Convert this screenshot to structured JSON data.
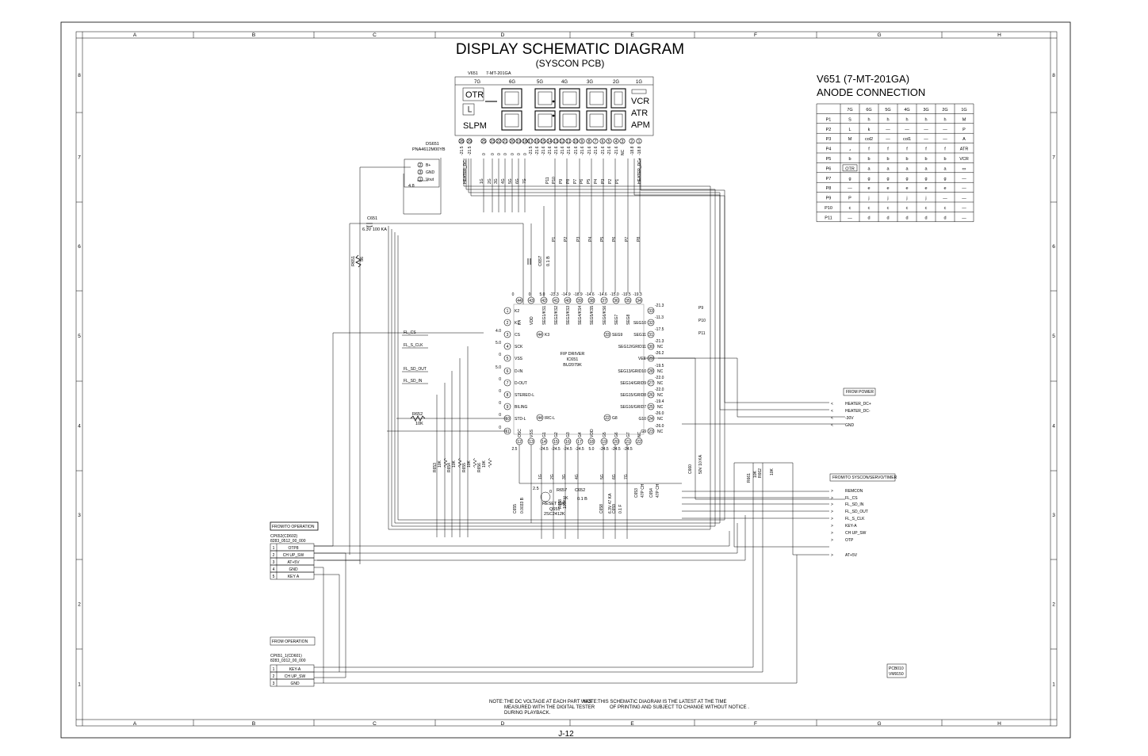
{
  "title": "DISPLAY SCHEMATIC DIAGRAM",
  "subtitle": "(SYSCON PCB)",
  "page_number": "J-12",
  "grid": {
    "columns": [
      "A",
      "B",
      "C",
      "D",
      "E",
      "F",
      "G",
      "H"
    ],
    "rows": [
      "8",
      "7",
      "6",
      "5",
      "4",
      "3",
      "2",
      "1"
    ]
  },
  "vfd": {
    "ref": "V651",
    "part": "7-MT-201GA",
    "grids": [
      "7G",
      "6G",
      "5G",
      "4G",
      "3G",
      "2G",
      "1G"
    ],
    "segments": [
      "OTR",
      "SLPM",
      "VCR",
      "ATR",
      "APM"
    ],
    "pin_numbers": [
      "28",
      "29",
      "25",
      "23",
      "22",
      "21",
      "20",
      "19",
      "18",
      "17",
      "16",
      "15",
      "14",
      "13",
      "12",
      "11",
      "10",
      "9",
      "8",
      "7",
      "6",
      "5",
      "4",
      "3",
      "2",
      "1"
    ],
    "pin_labels": [
      "HEATER_DC-",
      "1G",
      "2G",
      "3G",
      "4G",
      "5G",
      "6G",
      "7G",
      "P11",
      "P10",
      "P9",
      "P8",
      "P7",
      "P6",
      "P5",
      "P4",
      "P3",
      "P2",
      "P1",
      "HEATER_DC+"
    ],
    "pin_voltages": [
      "-21.5",
      "-21.5",
      "0",
      "0",
      "0",
      "0",
      "0",
      "0",
      "0",
      "-21.5",
      "-21.6",
      "-21.6",
      "-21.6",
      "-21.6",
      "-21.6",
      "-21.6",
      "-21.6",
      "-21.6",
      "-21.6",
      "-21.6",
      "-21.6",
      "-21.6",
      "-21.6",
      "NC",
      "-18.8",
      "-18.8"
    ]
  },
  "ds651": {
    "ref": "DS651",
    "part": "PNA4612M00YB",
    "pins": [
      "B+",
      "GND",
      "Vout"
    ],
    "pin_nums": [
      "2",
      "3",
      "1"
    ],
    "voltage": "4.8"
  },
  "c651": {
    "ref": "C651",
    "value": "6.3V 100 KA"
  },
  "r651": {
    "ref": "R651",
    "value": "56"
  },
  "c657": {
    "ref": "C657",
    "value": "0.1 B"
  },
  "ic": {
    "name": "FIP DRIVER",
    "ref": "IC651",
    "part": "BU2079K",
    "top_pins": [
      {
        "num": "44",
        "name": "K4",
        "v": "0"
      },
      {
        "num": "43",
        "name": "VDD",
        "v": "0"
      },
      {
        "num": "42",
        "name": "SEG1/KS1",
        "v": "5.0"
      },
      {
        "num": "41",
        "name": "SEG2/KS2",
        "v": "-23.3"
      },
      {
        "num": "40",
        "name": "SEG3/KS3",
        "v": "-14.9"
      },
      {
        "num": "39",
        "name": "SEG4/KS4",
        "v": "-18.9"
      },
      {
        "num": "38",
        "name": "SEG5/KS5",
        "v": "-14.6"
      },
      {
        "num": "37",
        "name": "SEG6/KS6",
        "v": "-14.6"
      },
      {
        "num": "36",
        "name": "SEG7",
        "v": "-15.0"
      },
      {
        "num": "35",
        "name": "SEG8",
        "v": "-19.5"
      },
      {
        "num": "34",
        "name": "",
        "v": "-19.3"
      }
    ],
    "left_pins": [
      {
        "num": "1",
        "name": "K2",
        "v": ""
      },
      {
        "num": "2",
        "name": "K1",
        "v": ""
      },
      {
        "num": "3",
        "name": "CS",
        "v": "4.0"
      },
      {
        "num": "4",
        "name": "SCK",
        "v": "5.0"
      },
      {
        "num": "5",
        "name": "VSS",
        "v": "0"
      },
      {
        "num": "6",
        "name": "D-IN",
        "v": "5.0"
      },
      {
        "num": "7",
        "name": "D-OUT",
        "v": "0"
      },
      {
        "num": "8",
        "name": "STEREO-L",
        "v": "0"
      },
      {
        "num": "9",
        "name": "BILING",
        "v": "0"
      },
      {
        "num": "10",
        "name": "STD-L",
        "v": "0"
      },
      {
        "num": "11",
        "name": "",
        "v": "0"
      }
    ],
    "right_pins": [
      {
        "num": "33",
        "name": "",
        "v": "-21.3"
      },
      {
        "num": "32",
        "name": "SEG10",
        "v": "-11.3"
      },
      {
        "num": "31",
        "name": "SEG11",
        "v": "-17.5"
      },
      {
        "num": "30",
        "name": "SEG12/GRID11",
        "v": "-21.3"
      },
      {
        "num": "29",
        "name": "VEE",
        "v": "-26.2"
      },
      {
        "num": "28",
        "name": "SEG13/GRID10",
        "v": "-19.5"
      },
      {
        "num": "27",
        "name": "SEG14/GRID9",
        "v": "-22.0"
      },
      {
        "num": "26",
        "name": "SEG15/GRID8",
        "v": "-22.0"
      },
      {
        "num": "25",
        "name": "SEG16/GRID7",
        "v": "-19.4"
      },
      {
        "num": "24",
        "name": "G10",
        "v": "-26.0"
      },
      {
        "num": "23",
        "name": "G9",
        "v": "-26.0"
      }
    ],
    "bottom_pins": [
      {
        "num": "12",
        "name": "OSC",
        "v": "2.5"
      },
      {
        "num": "13",
        "name": "VSS",
        "v": ""
      },
      {
        "num": "14",
        "name": "G1",
        "v": "-24.5"
      },
      {
        "num": "15",
        "name": "G2",
        "v": "-24.5"
      },
      {
        "num": "16",
        "name": "G3",
        "v": "-24.5"
      },
      {
        "num": "17",
        "name": "G4",
        "v": "-24.5"
      },
      {
        "num": "18",
        "name": "VDD",
        "v": "5.0"
      },
      {
        "num": "19",
        "name": "G5",
        "v": "-24.5"
      },
      {
        "num": "20",
        "name": "G6",
        "v": "-24.5"
      },
      {
        "num": "21",
        "name": "G7",
        "v": "-24.5"
      },
      {
        "num": "22",
        "name": "NC",
        "v": ""
      }
    ],
    "inner_labels": [
      "K3",
      "SEG9",
      "IRC-L",
      "G8"
    ],
    "inner_nums": [
      "44",
      "33",
      "44",
      "22"
    ],
    "nc": "NC"
  },
  "left_signals": [
    "FL_CS",
    "FL_S_CLK",
    "FL_SD_OUT",
    "FL_SD_IN"
  ],
  "r652": {
    "ref": "R652",
    "value": "10K"
  },
  "bottom_resistors": [
    "R653",
    "R654",
    "R655",
    "R656"
  ],
  "bottom_resistor_value": "10K",
  "grid_labels_bottom": [
    "1G",
    "2G",
    "3G",
    "4G",
    "5G",
    "6G",
    "7G"
  ],
  "seg_labels_top": [
    "P1",
    "P2",
    "P3",
    "P4",
    "P5",
    "P6",
    "P7",
    "P8"
  ],
  "seg_labels_right": [
    "P9",
    "P10",
    "P11"
  ],
  "reset": {
    "r": "R657",
    "r_value": "1K",
    "c": "C652",
    "c_value": "0.1 B",
    "q": "Q651",
    "q_part": "2SC2412K",
    "label": "RESET SW",
    "r2": "R658",
    "r2_value": "100K",
    "v1": "2.5",
    "v2": "0"
  },
  "c655": {
    "ref": "C655",
    "value": "0.0033 B"
  },
  "c658": {
    "ref": "C658",
    "value": "6.3V 47 KA"
  },
  "c659": {
    "ref": "C659",
    "value": "0.1 F"
  },
  "c653": {
    "ref": "C653",
    "value": "47P CH"
  },
  "c654": {
    "ref": "C654",
    "value": "47P CH"
  },
  "c660": {
    "ref": "C660",
    "value": "50V 10 KA"
  },
  "r661": {
    "refs": [
      "R661",
      "R662"
    ],
    "value": "10K"
  },
  "from_power": {
    "title": "FROM POWER",
    "signals": [
      "HEATER_DC+",
      "HEATER_DC-",
      "-30V",
      "GND"
    ]
  },
  "syscon": {
    "title": "FROM/TO SYSCON/SERVO/TIMER",
    "signals": [
      "REMCON",
      "FL_CS",
      "FL_SD_IN",
      "FL_SD_OUT",
      "FL_S_CLK",
      "KEY-A",
      "CH UP_SW",
      "OTP",
      "AT+5V"
    ]
  },
  "cp652": {
    "title": "FROM/TO OPERATION",
    "ref": "CP652(CD602)",
    "part": "8283_0512_00_000",
    "rows": [
      [
        "1",
        "OTP8"
      ],
      [
        "2",
        "CH UP_SW"
      ],
      [
        "3",
        "AT+5V"
      ],
      [
        "4",
        "GND"
      ],
      [
        "5",
        "KEY A"
      ]
    ]
  },
  "cp651": {
    "title": "FROM OPERATION",
    "ref": "CP651_1(CD601)",
    "part": "8283_0312_00_000",
    "rows": [
      [
        "1",
        "KEY-A"
      ],
      [
        "2",
        "CH UP_SW"
      ],
      [
        "3",
        "GND"
      ]
    ]
  },
  "anode": {
    "title1": "V651 (7-MT-201GA)",
    "title2": "ANODE CONNECTION",
    "headers": [
      "",
      "7G",
      "6G",
      "5G",
      "4G",
      "3G",
      "2G",
      "1G"
    ],
    "rows": [
      [
        "P1",
        "S",
        "h",
        "h",
        "h",
        "h",
        "h",
        "M"
      ],
      [
        "P2",
        "L",
        "k",
        "—",
        "—",
        "—",
        "—",
        "P"
      ],
      [
        "P3",
        "M",
        "col2",
        "—",
        "col1",
        "—",
        "—",
        "A"
      ],
      [
        "P4",
        "⌟",
        "f",
        "f",
        "f",
        "f",
        "f",
        "ATR"
      ],
      [
        "P5",
        "b",
        "b",
        "b",
        "b",
        "b",
        "b",
        "VCR"
      ],
      [
        "P6",
        "OTR",
        "a",
        "a",
        "a",
        "a",
        "a",
        "▭"
      ],
      [
        "P7",
        "g",
        "g",
        "g",
        "g",
        "g",
        "g",
        "—"
      ],
      [
        "P8",
        "—",
        "e",
        "e",
        "e",
        "e",
        "e",
        "—"
      ],
      [
        "P9",
        "P",
        "j",
        "j",
        "j",
        "j",
        "—",
        "—"
      ],
      [
        "P10",
        "c",
        "c",
        "c",
        "c",
        "c",
        "c",
        "—"
      ],
      [
        "P11",
        "—",
        "d",
        "d",
        "d",
        "d",
        "d",
        "—"
      ]
    ]
  },
  "pcb": {
    "line1": "PCB010",
    "line2": "VM9150"
  },
  "notes": {
    "n1_label": "NOTE:",
    "n1": [
      "THE DC VOLTAGE AT EACH PART WAS",
      "MEASURED WITH THE DIGITAL TESTER",
      "DURING PLAYBACK."
    ],
    "n2_label": "NOTE:",
    "n2": [
      "THIS SCHEMATIC DIAGRAM IS THE LATEST AT THE TIME",
      "OF PRINTING AND SUBJECT TO CHANGE WITHOUT NOTICE ."
    ]
  }
}
